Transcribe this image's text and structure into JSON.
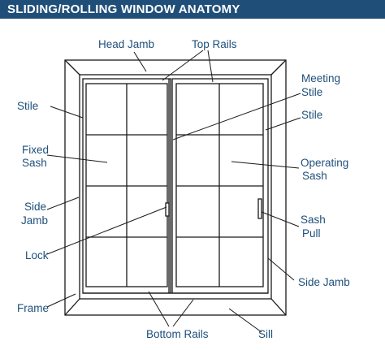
{
  "title": "SLIDING/ROLLING WINDOW ANATOMY",
  "colors": {
    "title_bar": "#1f4f78",
    "label": "#1e4f7a",
    "line": "#1a1a1a"
  },
  "labels": {
    "head_jamb": "Head Jamb",
    "top_rails": "Top Rails",
    "meeting_stile_1": "Meeting",
    "meeting_stile_2": "Stile",
    "stile_left": "Stile",
    "stile_right": "Stile",
    "fixed_sash_1": "Fixed",
    "fixed_sash_2": "Sash",
    "operating_sash_1": "Operating",
    "operating_sash_2": "Sash",
    "side_jamb_left_1": "Side",
    "side_jamb_left_2": "Jamb",
    "sash_pull_1": "Sash",
    "sash_pull_2": "Pull",
    "lock": "Lock",
    "side_jamb_right": "Side Jamb",
    "frame": "Frame",
    "bottom_rails": "Bottom Rails",
    "sill": "Sill"
  }
}
